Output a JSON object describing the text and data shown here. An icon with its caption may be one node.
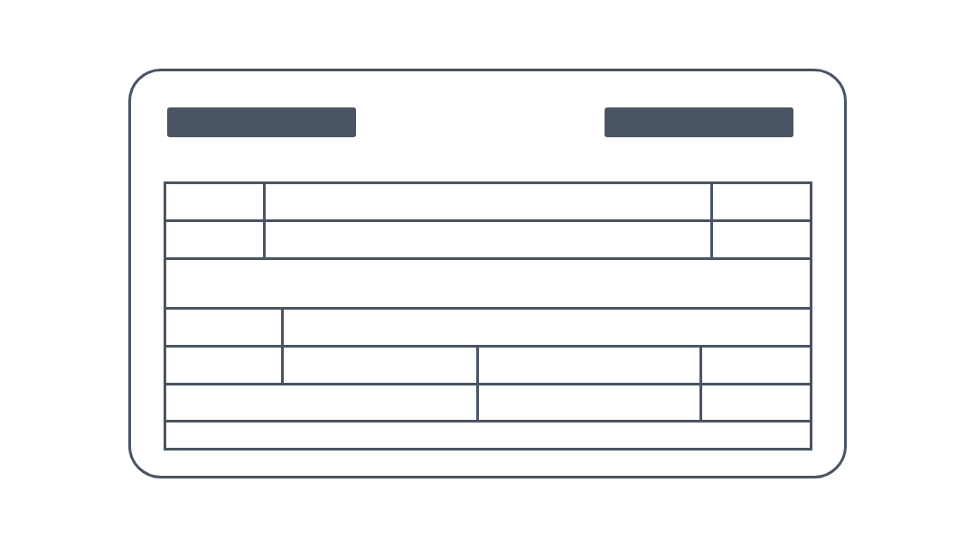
{
  "diagram": {
    "nodes": [
      {
        "text": [],
        "shape": "box"
      },
      {
        "text": [],
        "shape": "bar",
        "in": 0
      },
      {
        "text": [],
        "shape": "bar",
        "in": 0
      },
      {
        "text": [],
        "shape": "table",
        "in": 0
      }
    ]
  }
}
